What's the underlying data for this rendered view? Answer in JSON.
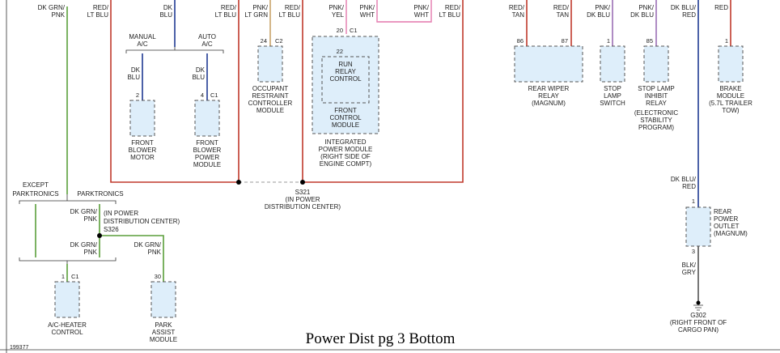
{
  "title": "Power Dist pg 3 Bottom",
  "figure_id": "199377",
  "colors": {
    "red": "#c0392b",
    "dkblu": "#1f3a93",
    "dkgrn_pnk": "#5a9e3a",
    "pnk_ltgrn": "#c9a46a",
    "pnk": "#e88ab8",
    "pnk_dkblu": "#9b6fb5",
    "blk_gry": "#555555",
    "box_fill": "#deeefa"
  },
  "wires": {
    "dkgrn_pnk_top": [
      "DK GRN/",
      "PNK"
    ],
    "dkblu_top": [
      "DK",
      "BLU"
    ],
    "red_ltblu_1": [
      "RED/",
      "LT BLU"
    ],
    "red_ltblu_2": [
      "RED/",
      "LT BLU"
    ],
    "pnk_ltgrn": [
      "PNK/",
      "LT GRN"
    ],
    "red_ltblu_3": [
      "RED/",
      "LT BLU"
    ],
    "pnk_yel": [
      "PNK/",
      "YEL"
    ],
    "pnk_wht_1": [
      "PNK/",
      "WHT"
    ],
    "pnk_wht_2": [
      "PNK/",
      "WHT"
    ],
    "red_ltblu_4": [
      "RED/",
      "LT BLU"
    ],
    "red_tan_1": [
      "RED/",
      "TAN"
    ],
    "red_tan_2": [
      "RED/",
      "TAN"
    ],
    "pnk_dkblu_1": [
      "PNK/",
      "DK BLU"
    ],
    "pnk_dkblu_2": [
      "PNK/",
      "DK BLU"
    ],
    "dkblu_red_top": [
      "DK BLU/",
      "RED"
    ],
    "red_top": [
      "RED"
    ],
    "dkblu_blower_motor": [
      "DK",
      "BLU"
    ],
    "dkblu_blower_module": [
      "DK",
      "BLU"
    ],
    "dkblu_red_outlet": [
      "DK BLU/",
      "RED"
    ],
    "dkgrn_pnk_splice_top": [
      "DK GRN/",
      "PNK"
    ],
    "dkgrn_pnk_splice_bottom": [
      "DK GRN/",
      "PNK"
    ],
    "dkgrn_pnk_park": [
      "DK GRN/",
      "PNK"
    ],
    "blk_gry": [
      "BLK/",
      "GRY"
    ]
  },
  "options": {
    "manual_ac": [
      "MANUAL",
      "A/C"
    ],
    "auto_ac": [
      "AUTO",
      "A/C"
    ],
    "except_parktronics": [
      "EXCEPT",
      "PARKTRONICS"
    ],
    "parktronics": [
      "PARKTRONICS"
    ]
  },
  "components": {
    "front_blower_motor": {
      "pin": "2",
      "connector": "",
      "label": [
        "FRONT",
        "BLOWER",
        "MOTOR"
      ]
    },
    "front_blower_power_module": {
      "pin": "4",
      "connector": "C1",
      "label": [
        "FRONT",
        "BLOWER",
        "POWER",
        "MODULE"
      ]
    },
    "occupant_restraint": {
      "pin": "24",
      "connector": "C2",
      "label": [
        "OCCUPANT",
        "RESTRAINT",
        "CONTROLLER",
        "MODULE"
      ]
    },
    "ipm": {
      "pin_outer": "20",
      "connector": "C1",
      "pin_inner": "22",
      "relay_label": [
        "RUN",
        "RELAY",
        "CONTROL"
      ],
      "inner_label": [
        "FRONT",
        "CONTROL",
        "MODULE"
      ],
      "label": [
        "INTEGRATED",
        "POWER MODULE",
        "(RIGHT SIDE OF",
        "ENGINE COMPT)"
      ]
    },
    "rear_wiper_relay": {
      "pin_a": "86",
      "pin_b": "87",
      "label": [
        "REAR WIPER",
        "RELAY",
        "(MAGNUM)"
      ]
    },
    "stop_lamp_switch": {
      "pin": "1",
      "label": [
        "STOP",
        "LAMP",
        "SWITCH"
      ]
    },
    "stop_lamp_inhibit_relay": {
      "pin": "85",
      "label": [
        "STOP LAMP",
        "INHIBIT",
        "RELAY",
        "(ELECTRONIC",
        "STABILITY",
        "PROGRAM)"
      ]
    },
    "brake_module": {
      "pin": "1",
      "label": [
        "BRAKE",
        "MODULE",
        "(5.7L TRAILER",
        "TOW)"
      ]
    },
    "ac_heater_control": {
      "pin": "1",
      "connector": "C1",
      "label": [
        "A/C-HEATER",
        "CONTROL"
      ]
    },
    "park_assist_module": {
      "pin": "30",
      "connector": "",
      "label": [
        "PARK",
        "ASSIST",
        "MODULE"
      ]
    },
    "rear_power_outlet": {
      "pin_top": "1",
      "pin_bottom": "3",
      "label": [
        "REAR",
        "POWER",
        "OUTLET",
        "(MAGNUM)"
      ]
    }
  },
  "splices": {
    "s321": [
      "S321",
      "(IN POWER",
      "DISTRIBUTION CENTER)"
    ],
    "s326": [
      "(IN POWER",
      "DISTRIBUTION CENTER)",
      "S326"
    ]
  },
  "grounds": {
    "g302": [
      "G302",
      "(RIGHT FRONT OF",
      "CARGO PAN)"
    ]
  }
}
